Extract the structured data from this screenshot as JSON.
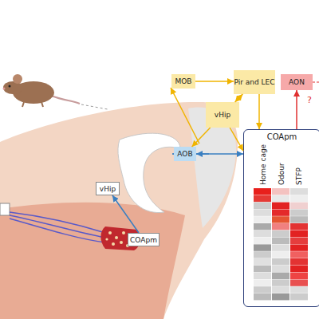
{
  "diagram": {
    "nodes": [
      {
        "text": [
          "MOB"
        ]
      },
      {
        "text": [
          "Pir and LEC"
        ]
      },
      {
        "text": [
          "AON"
        ]
      },
      {
        "text": [
          "vHip"
        ]
      },
      {
        "text": [
          "AOB"
        ]
      },
      {
        "text": [
          "COApm"
        ]
      },
      {
        "text": [
          "vHip"
        ]
      },
      {
        "text": [
          "COApm"
        ]
      }
    ],
    "edges": [
      {
        "from": 0,
        "to": 1,
        "arrow": "to"
      },
      {
        "from": 3,
        "to": 1,
        "arrow": "both"
      },
      {
        "from": 1,
        "to": 5,
        "arrow": "to"
      },
      {
        "from": 3,
        "to": 4,
        "arrow": "to"
      },
      {
        "from": 3,
        "to": 5,
        "arrow": "to"
      },
      {
        "from": 4,
        "to": 5,
        "arrow": "both"
      },
      {
        "from": 5,
        "to": 2,
        "arrow": "to"
      },
      {
        "from": 7,
        "to": 6,
        "arrow": "to"
      }
    ],
    "labels": [
      "Home cage",
      "Odour",
      "STFP",
      "?"
    ]
  }
}
